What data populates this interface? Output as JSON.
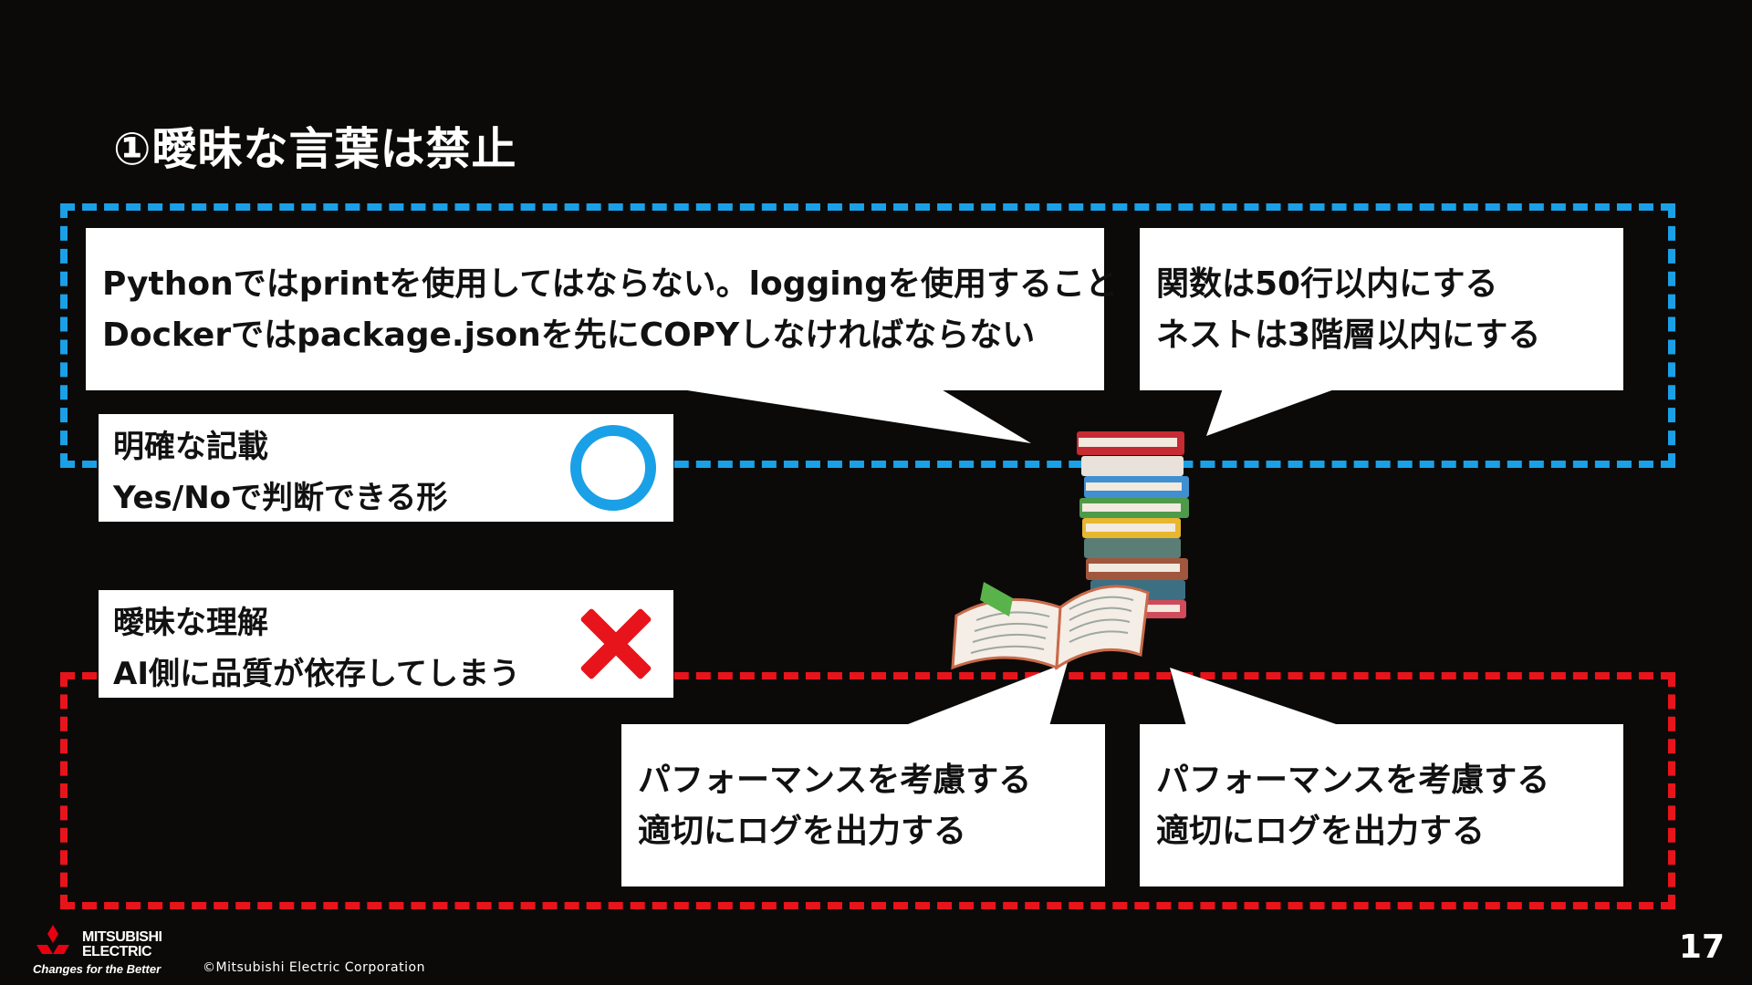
{
  "slide": {
    "title": "①曖昧な言葉は禁止",
    "page_number": "17",
    "copyright": "©Mitsubishi Electric Corporation"
  },
  "logo": {
    "line1": "MITSUBISHI",
    "line2": "ELECTRIC",
    "tagline": "Changes for the Better"
  },
  "good_examples": {
    "callout_left": {
      "line1": "Pythonではprintを使用してはならない。loggingを使用すること",
      "line2": "Dockerではpackage.jsonを先にCOPYしなければならない"
    },
    "callout_right": {
      "line1": "関数は50行以内にする",
      "line2": "ネストは3階層以内にする"
    },
    "label": {
      "line1": "明確な記載",
      "line2": "Yes/Noで判断できる形"
    },
    "mark_icon": "circle-icon",
    "color": "#1aa0e6"
  },
  "bad_examples": {
    "callout_left": {
      "line1": "パフォーマンスを考慮する",
      "line2": "適切にログを出力する"
    },
    "callout_right": {
      "line1": "パフォーマンスを考慮する",
      "line2": "適切にログを出力する"
    },
    "label": {
      "line1": "曖昧な理解",
      "line2": "AI側に品質が依存してしまう"
    },
    "mark_icon": "cross-icon",
    "color": "#e8141b"
  },
  "illustration": "books-stack-illustration"
}
